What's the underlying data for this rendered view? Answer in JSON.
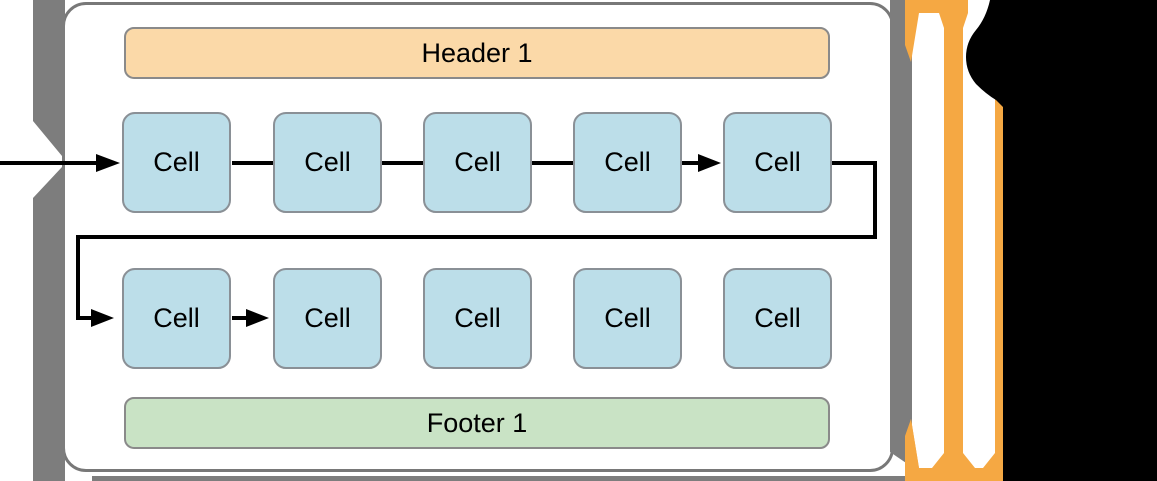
{
  "diagram": {
    "title": "collection-view-flow-layout-section",
    "section": {
      "header": {
        "label": "Header 1"
      },
      "footer": {
        "label": "Footer 1"
      },
      "rows": [
        {
          "cells": [
            {
              "label": "Cell"
            },
            {
              "label": "Cell"
            },
            {
              "label": "Cell"
            },
            {
              "label": "Cell"
            },
            {
              "label": "Cell"
            }
          ]
        },
        {
          "cells": [
            {
              "label": "Cell"
            },
            {
              "label": "Cell"
            },
            {
              "label": "Cell"
            },
            {
              "label": "Cell"
            },
            {
              "label": "Cell"
            }
          ]
        }
      ]
    },
    "annotations": {
      "layout_order_arrow": "black flow line threading through cells, wrapping from row 1 to row 2",
      "scroll_direction_arrow": "orange vertical double-headed arrow at right edge"
    },
    "colors": {
      "header_peach": "#FBD9A8",
      "footer_green": "#C9E3C5",
      "cell_blue": "#BCDEE9",
      "accent_orange": "#F5A843",
      "frame_gray": "#7D7D7D",
      "panel_border_gray": "#787878",
      "flow_line_black": "#000000",
      "masked_region_black": "#000000"
    }
  }
}
